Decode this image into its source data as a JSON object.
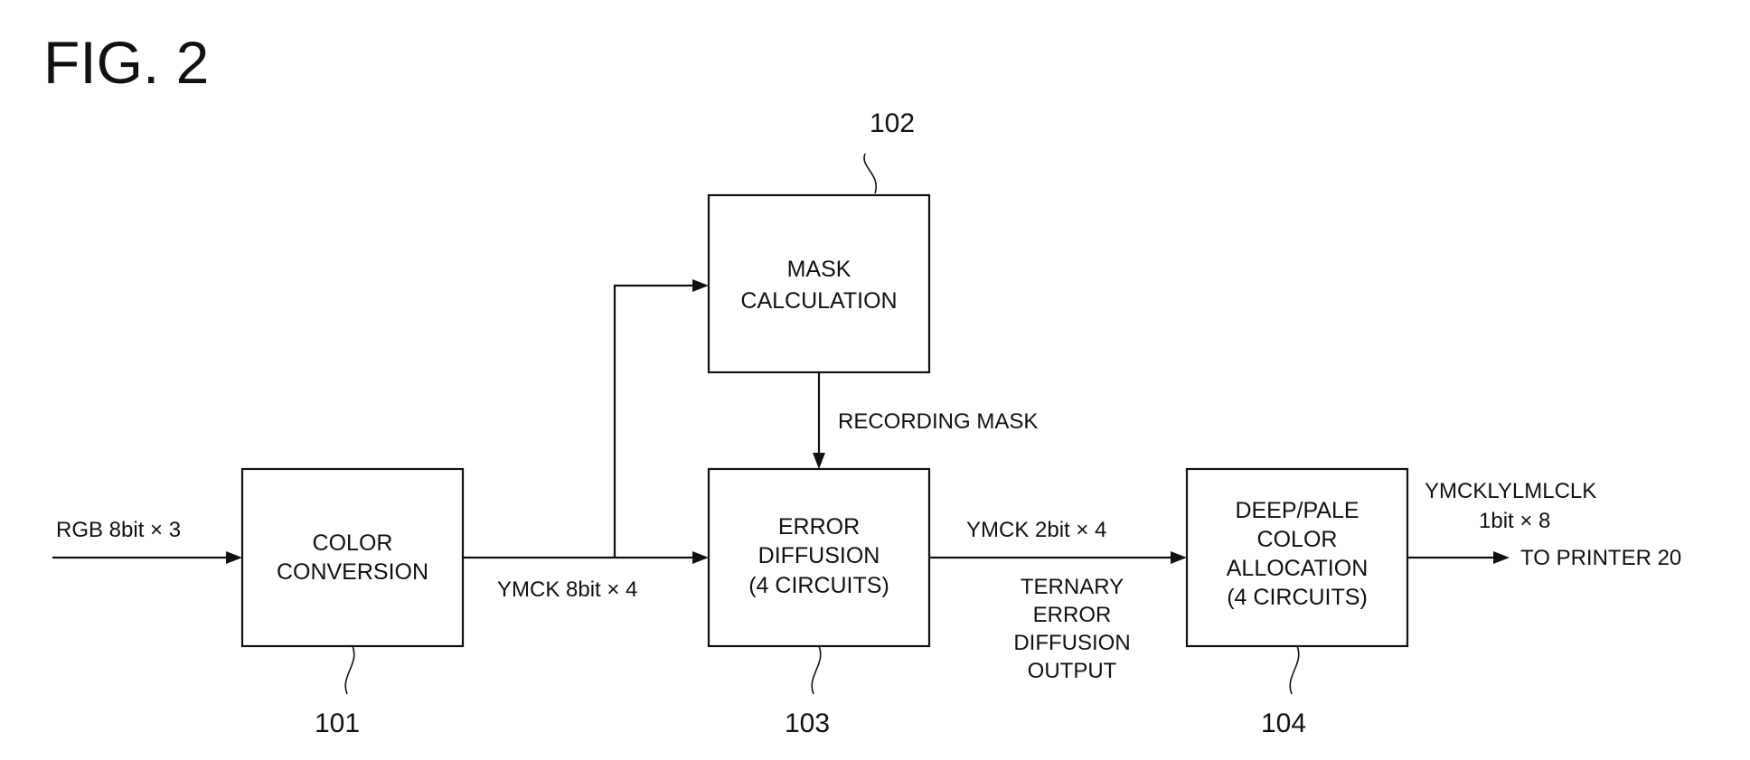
{
  "figure": {
    "title": "FIG. 2"
  },
  "blocks": {
    "color_conversion": {
      "ref": "101",
      "lines": [
        "COLOR",
        "CONVERSION"
      ]
    },
    "mask_calculation": {
      "ref": "102",
      "lines": [
        "MASK",
        "CALCULATION"
      ]
    },
    "error_diffusion": {
      "ref": "103",
      "lines": [
        "ERROR",
        "DIFFUSION",
        "(4 CIRCUITS)"
      ]
    },
    "deep_pale_allocation": {
      "ref": "104",
      "lines": [
        "DEEP/PALE",
        "COLOR",
        "ALLOCATION",
        "(4 CIRCUITS)"
      ]
    }
  },
  "signals": {
    "rgb_input": "RGB  8bit × 3",
    "ymck_8bit": "YMCK  8bit × 4",
    "recording_mask": "RECORDING MASK",
    "ymck_2bit": "YMCK  2bit × 4",
    "ternary_output": [
      "TERNARY",
      "ERROR",
      "DIFFUSION",
      "OUTPUT"
    ],
    "output_channels": "YMCKLYLMLCLK",
    "output_bits": "1bit × 8",
    "output_destination": "TO PRINTER 20"
  }
}
